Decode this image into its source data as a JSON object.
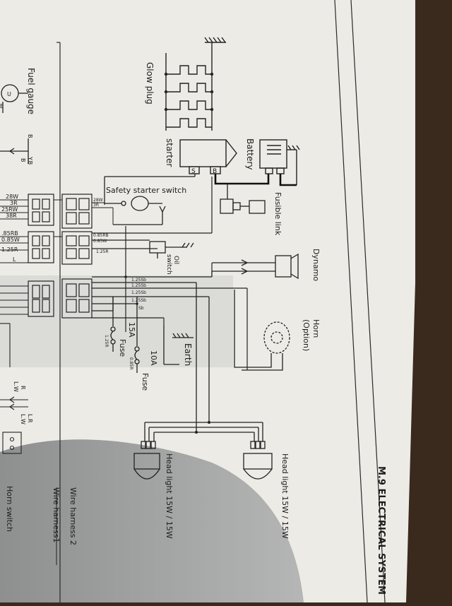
{
  "page": {
    "section_title": "M.9  ELECTRICAL SYSTEM",
    "harness_labels": [
      "Wire harness 2",
      "Wire harness1"
    ]
  },
  "components": {
    "fuel_gauge": "Fuel gauge",
    "glow_plug": "Glow plug",
    "starter": "starter",
    "battery": "Battery",
    "safety_starter_switch": "Safety starter switch",
    "fusible_link": "Fusible link",
    "oil_switch_line1": "Oil",
    "oil_switch_line2": "switch",
    "dynamo": "Dynamo",
    "horn_line1": "Horn",
    "horn_line2": "(Option)",
    "earth": "Earth",
    "fuse_15a_line1": "15A",
    "fuse_15a_line2": "Fuse",
    "fuse_10a_line1": "10A",
    "fuse_10a_line2": "Fuse",
    "headlight_upper": "Head light 15W / 15W",
    "headlight_lower": "Head light  15W / 15W",
    "horn_switch": "Horn switch"
  },
  "terminals": {
    "starter_s": "S",
    "starter_b": "B",
    "fuel_gauge_u": "U",
    "fuel_gauge_e": "E"
  },
  "wire_codes": {
    "fuel_gauge": [
      "B",
      "Y.B",
      "B"
    ],
    "connector_left": [
      "28W",
      "3R",
      "25RW",
      "38R",
      ".85RB",
      "0.85W",
      "1.25R",
      "L"
    ],
    "connector_mid": [
      "28W",
      "3R",
      "0.85RB",
      "0.85W",
      "1.25R"
    ],
    "bus_labels": [
      "1.25Sb",
      "1.25Sb",
      "1.25Sb",
      "1.25Sb",
      "Sb"
    ],
    "fuse_15a_wire": "1.25R",
    "fuse_10a_wire": "0.85R",
    "lower_left": [
      "R",
      "L.W",
      "L.R",
      "L.W"
    ]
  },
  "colors": {
    "paper": "#ecebe6",
    "paper_shadow": "#8d8e90",
    "ink": "#1c1c1c",
    "background": "#3a2a1e"
  }
}
